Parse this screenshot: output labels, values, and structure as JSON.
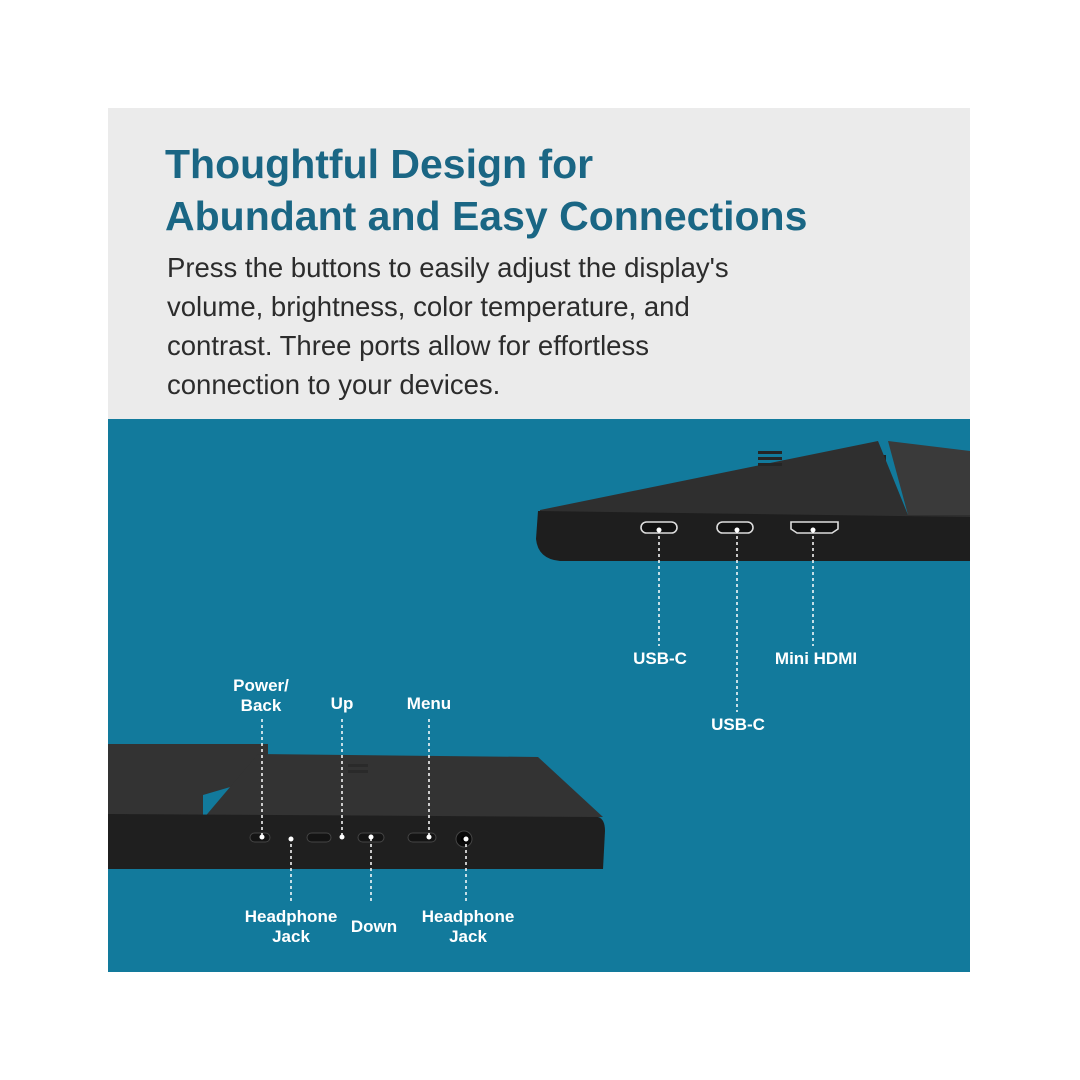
{
  "header": {
    "title_lines": [
      "Thoughtful Design for",
      "Abundant and Easy Connections"
    ],
    "description_lines": [
      "Press the buttons to easily adjust the display's",
      "volume, brightness, color temperature, and",
      "contrast. Three ports allow for effortless",
      "connection to your devices."
    ]
  },
  "colors": {
    "title": "#1a6684",
    "header_bg": "#ebebeb",
    "scene_bg": "#127a9c",
    "device": "#2b2b2b"
  },
  "ports": {
    "usb_c_left": "USB-C",
    "usb_c_middle": "USB-C",
    "mini_hdmi": "Mini HDMI"
  },
  "controls": {
    "power_back": [
      "Power/",
      "Back"
    ],
    "up": "Up",
    "menu": "Menu",
    "headphone_jack_left": [
      "Headphone",
      "Jack"
    ],
    "down": "Down",
    "headphone_jack_right": [
      "Headphone",
      "Jack"
    ]
  }
}
